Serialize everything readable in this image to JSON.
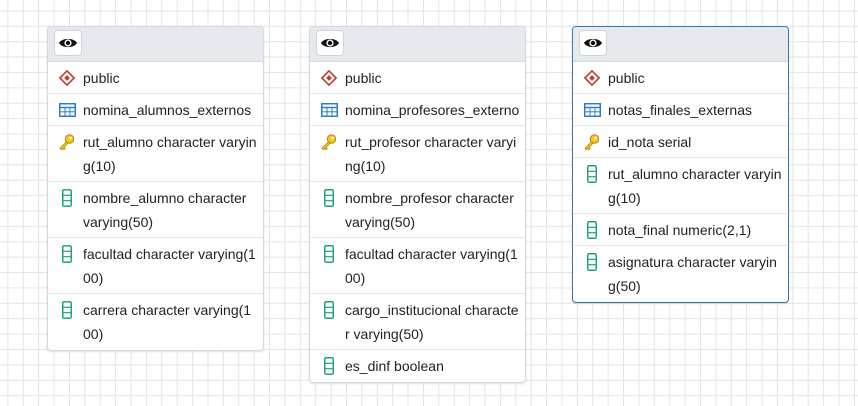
{
  "tables": [
    {
      "schema": "public",
      "name": "nomina_alumnos_externos",
      "columns": [
        {
          "label": "rut_alumno character varying(10)",
          "key": true
        },
        {
          "label": "nombre_alumno character varying(50)",
          "key": false
        },
        {
          "label": "facultad character varying(100)",
          "key": false
        },
        {
          "label": "carrera character varying(100)",
          "key": false
        }
      ]
    },
    {
      "schema": "public",
      "name": "nomina_profesores_externos",
      "columns": [
        {
          "label": "rut_profesor character varying(10)",
          "key": true
        },
        {
          "label": "nombre_profesor character varying(50)",
          "key": false
        },
        {
          "label": "facultad character varying(100)",
          "key": false
        },
        {
          "label": "cargo_institucional character varying(50)",
          "key": false
        },
        {
          "label": "es_dinf boolean",
          "key": false
        }
      ]
    },
    {
      "schema": "public",
      "name": "notas_finales_externas",
      "columns": [
        {
          "label": "id_nota serial",
          "key": true
        },
        {
          "label": "rut_alumno character varying(10)",
          "key": false
        },
        {
          "label": "nota_final numeric(2,1)",
          "key": false
        },
        {
          "label": "asignatura character varying(50)",
          "key": false
        }
      ]
    }
  ],
  "colors": {
    "schema_icon": "#c0392b",
    "table_icon": "#2f7fc1",
    "key_icon": "#e0b400",
    "column_icon": "#1fa37a",
    "selected_border": "#3a78a8"
  }
}
